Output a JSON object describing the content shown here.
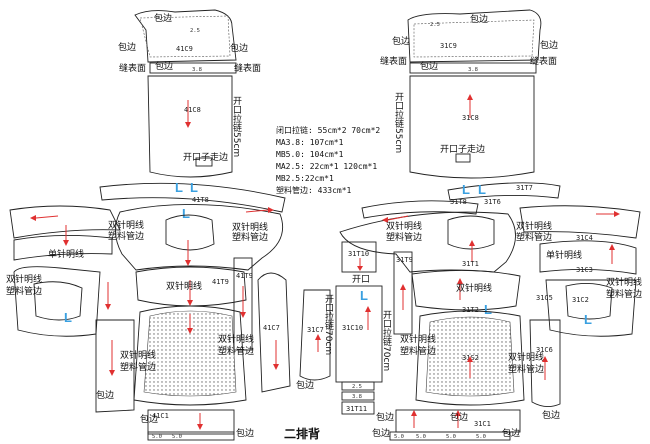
{
  "title": "二排背",
  "notes": [
    "闭口拉链: 55cm*2  70cm*2",
    "MA3.8: 107cm*1",
    "MB5.0: 104cm*1",
    "MA2.5: 22cm*1  120cm*1",
    "MB2.5:22cm*1",
    "塑料管边: 433cm*1"
  ],
  "labels": {
    "baobian": "包边",
    "fengbiaomian": "缝表面",
    "kaikouzizoubian": "开口子走边",
    "kaikou": "开口",
    "danzhenmingxian": "单针明线",
    "shuangzhenmingxian": "双针明线",
    "suliaoguanbian": "塑料管边",
    "shuangzhen_suliao": "双针明线塑料管边",
    "kaikoulalian_left": "开口拉链55cm",
    "kaikoulalian_center": "开口拉链70cm",
    "L": "L"
  },
  "part_codes": {
    "c41C9": "41C9",
    "c41C8": "41C8",
    "c41T8": "41T8",
    "c41T9": "41T9",
    "c41C7": "41C7",
    "c41C1": "41C1",
    "c31C9": "31C9",
    "c31C8": "31C8",
    "c31T7": "31T7",
    "c31T8": "31T8",
    "c31T6": "31T6",
    "c31T1": "31T1",
    "c31C4": "31C4",
    "c31C3": "31C3",
    "c31C5": "31C5",
    "c31C2": "31C2",
    "c31C6": "31C6",
    "c31T2": "31T2",
    "c31S2": "31S2",
    "c31T10": "31T10",
    "c31T9": "31T9",
    "c31C7": "31C7",
    "c31C10": "31C10",
    "c31T11": "31T11",
    "c31C1": "31C1"
  },
  "dims": {
    "d25": "2.5",
    "d25b": "2.5",
    "d38": "3.8",
    "d38b": "3.8",
    "d38c": "3.8",
    "d50": "5.0",
    "d50b": "5.0",
    "d50c": "5.0",
    "d50d": "5.0",
    "d50e": "5.0",
    "d50f": "5.0",
    "d50g": "5.0"
  },
  "colors": {
    "arrow": "#e03030",
    "L": "#3aa0e0",
    "line": "#222222"
  }
}
